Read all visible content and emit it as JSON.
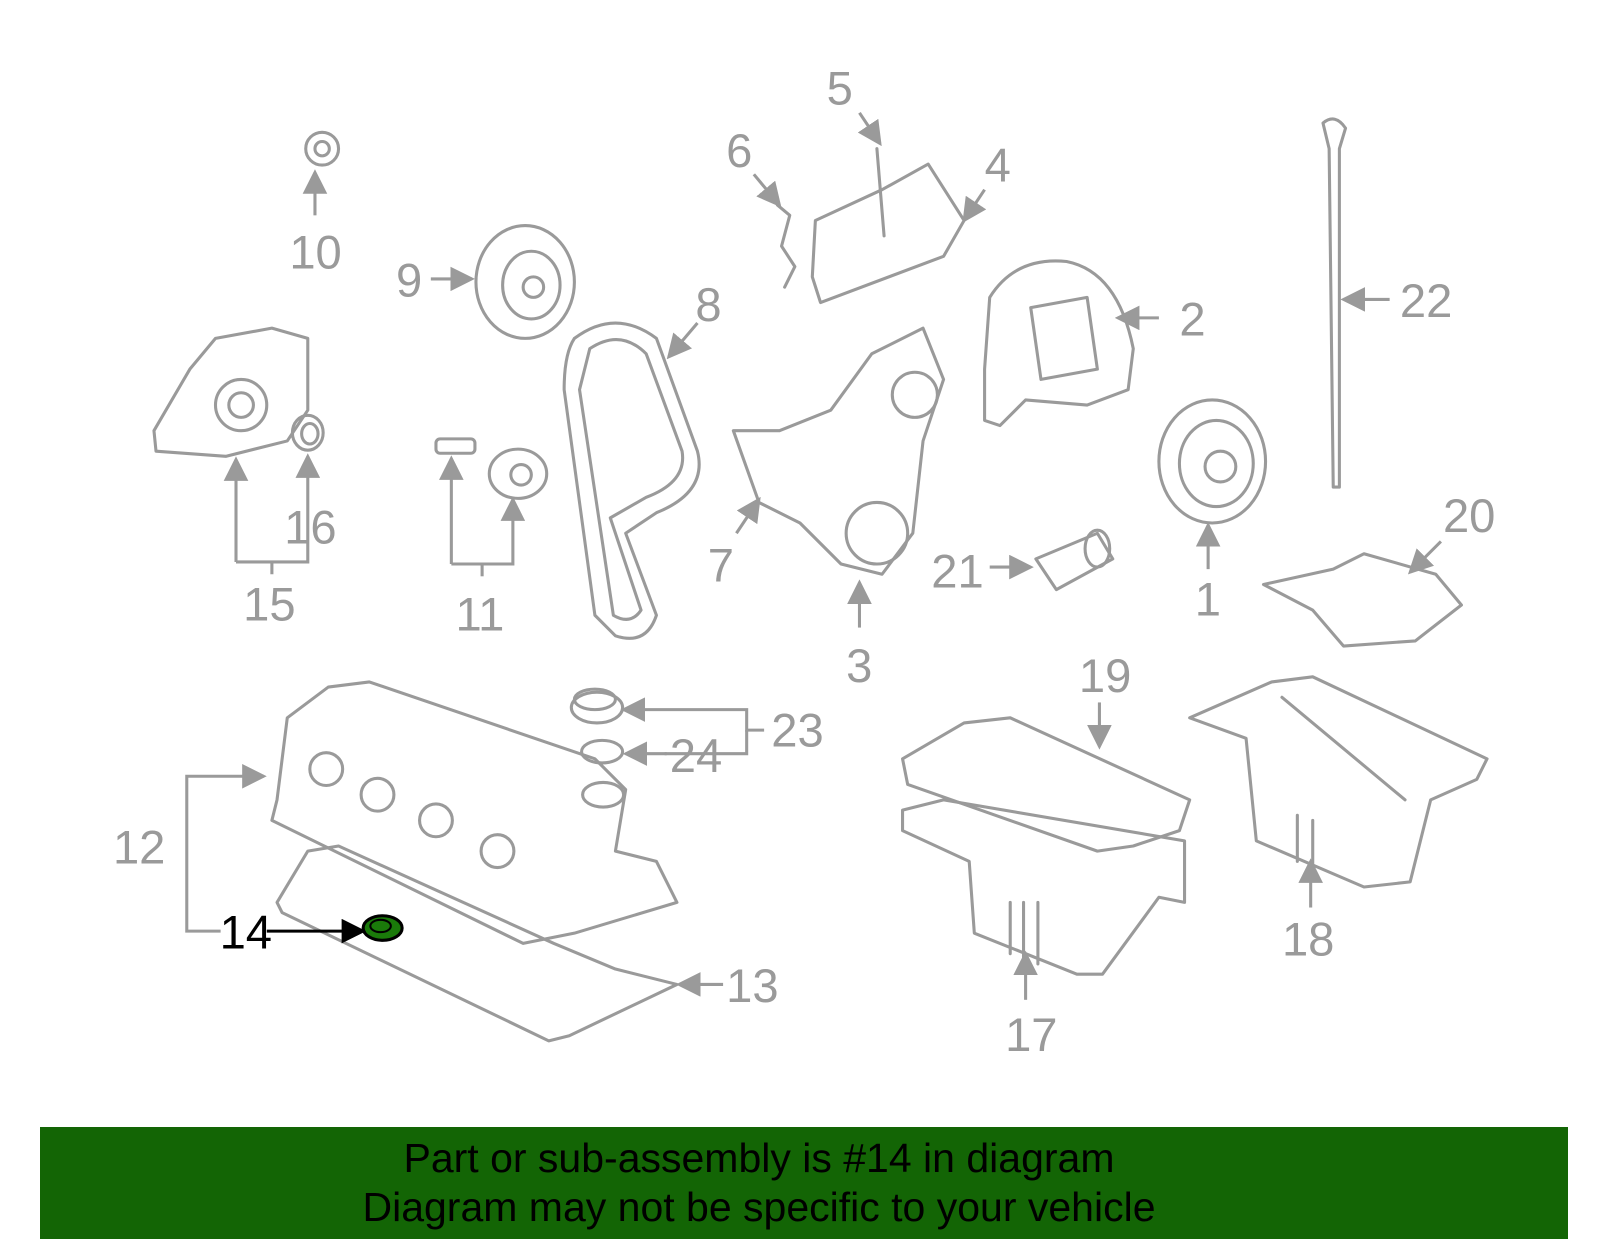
{
  "diagram": {
    "labels": {
      "l1": "1",
      "l2": "2",
      "l3": "3",
      "l4": "4",
      "l5": "5",
      "l6": "6",
      "l7": "7",
      "l8": "8",
      "l9": "9",
      "l10": "10",
      "l11": "11",
      "l12": "12",
      "l13": "13",
      "l14": "14",
      "l15": "15",
      "l16": "16",
      "l17": "17",
      "l18": "18",
      "l19": "19",
      "l20": "20",
      "l21": "21",
      "l22": "22",
      "l23": "23",
      "l24": "24"
    },
    "highlight_part": "14",
    "highlight_color": "#1a7a0a",
    "line_color": "#9a9a9a"
  },
  "banner": {
    "line1": "Part or sub-assembly is #14 in diagram",
    "line2": "Diagram may not be specific to your vehicle",
    "background": "#136505"
  }
}
